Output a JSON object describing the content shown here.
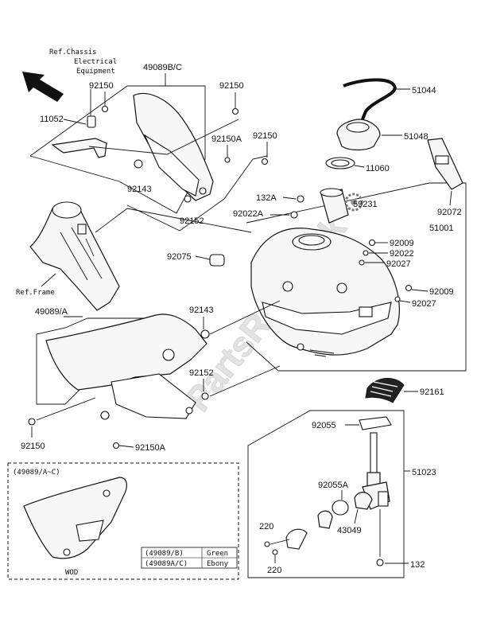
{
  "watermark": "PartsRepublik",
  "refs": {
    "chassis_line1": "Ref.Chassis",
    "chassis_line2": "Electrical",
    "chassis_line3": "Equipment",
    "frame": "Ref.Frame"
  },
  "labels": {
    "p49089BC": "49089B/C",
    "p92150_a": "92150",
    "p92150_b": "92150",
    "p92150_c": "92150",
    "p92150A_a": "92150A",
    "p11052": "11052",
    "p92143_a": "92143",
    "p92152_a": "92152",
    "p51044": "51044",
    "p51048": "51048",
    "p11060": "11060",
    "p132A": "132A",
    "p92022A": "92022A",
    "p59231": "59231",
    "p92072": "92072",
    "p51001": "51001",
    "p92075": "92075",
    "p92009_a": "92009",
    "p92022": "92022",
    "p92027_a": "92027",
    "p92009_b": "92009",
    "p92027_b": "92027",
    "p49089A": "49089/A",
    "p92143_b": "92143",
    "p92152_b": "92152",
    "p92150_d": "92150",
    "p92150A_b": "92150A",
    "p92161": "92161",
    "p92055": "92055",
    "p51023": "51023",
    "p92055A": "92055A",
    "p43049": "43049",
    "p220_a": "220",
    "p220_b": "220",
    "p132": "132"
  },
  "inset": {
    "title": "(49089/A~C)",
    "variants": [
      {
        "code": "(49089/B)",
        "color": "Green"
      },
      {
        "code": "(49089A/C)",
        "color": "Ebony"
      }
    ],
    "footer": "WOD"
  }
}
